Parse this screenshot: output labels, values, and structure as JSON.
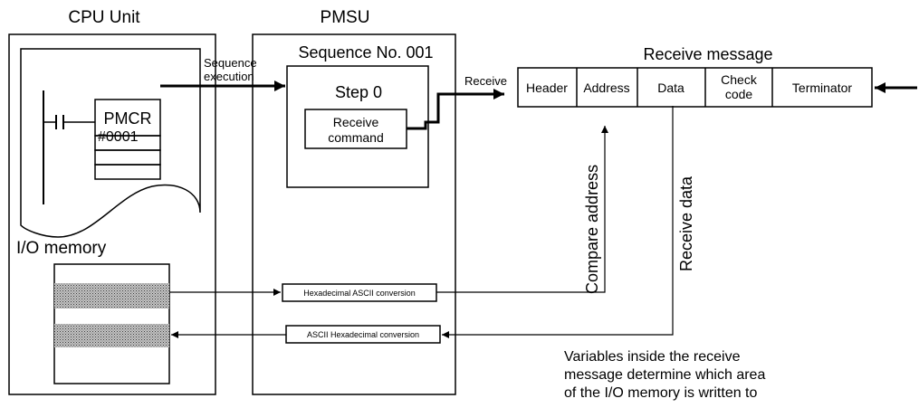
{
  "cpu_unit": {
    "title": "CPU Unit",
    "ladder": {
      "instruction": "PMCR",
      "operand": "#0001"
    },
    "io_memory_title": "I/O memory"
  },
  "pmsu": {
    "title": "PMSU",
    "sequence_title": "Sequence No. 001",
    "step_title": "Step 0",
    "receive_command": [
      "Receive",
      "command"
    ],
    "hex_ascii_conversion": "Hexadecimal ASCII conversion",
    "ascii_hex_conversion": "ASCII Hexadecimal conversion"
  },
  "labels": {
    "sequence_execution": [
      "Sequence",
      "execution"
    ],
    "receive": "Receive",
    "compare_address": "Compare address",
    "receive_data": "Receive data"
  },
  "receive_message": {
    "title": "Receive message",
    "fields": {
      "header": "Header",
      "address": "Address",
      "data": "Data",
      "check_code": [
        "Check",
        "code"
      ],
      "terminator": "Terminator"
    }
  },
  "note": [
    "Variables inside the receive",
    "message determine which area",
    "of the I/O memory is written to"
  ]
}
